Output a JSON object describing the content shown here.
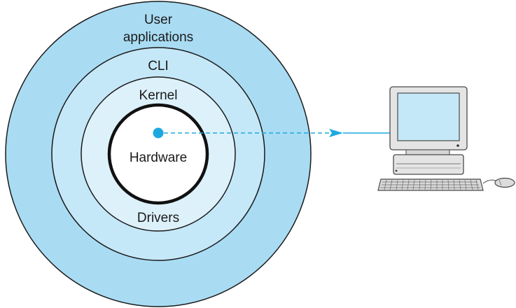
{
  "layers": {
    "outer": "User applications",
    "second": "CLI",
    "third": "Kernel",
    "bottom_of_third": "Drivers",
    "core": "Hardware"
  },
  "colors": {
    "outer_fill": "#a9dcf3",
    "second_fill": "#c5e8f8",
    "third_fill": "#ddf1fb",
    "core_fill": "#ffffff",
    "stroke": "#1a1a1a",
    "accent": "#1ea8e0"
  },
  "icons": [
    "desktop-computer-icon",
    "keyboard-icon",
    "mouse-icon"
  ]
}
